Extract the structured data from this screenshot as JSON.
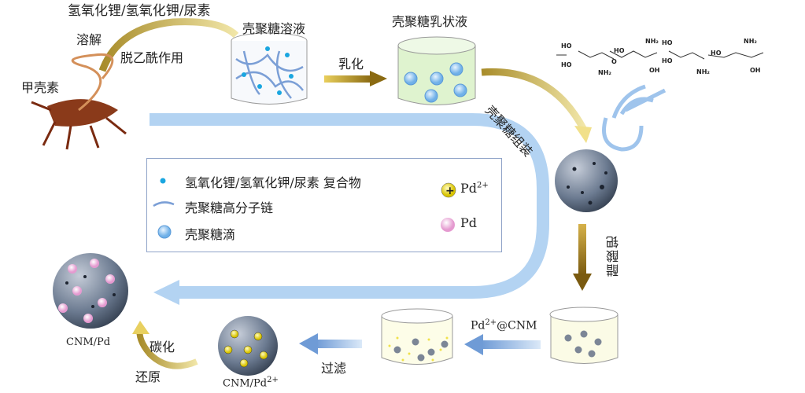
{
  "labels": {
    "reagents": "氢氧化锂/氢氧化钾/尿素",
    "dissolve": "溶解",
    "deacetylation": "脱乙酰作用",
    "chitin": "甲壳素",
    "chitosan_solution": "壳聚糖溶液",
    "emulsify": "乳化",
    "chitosan_emulsion": "壳聚糖乳状液",
    "assembly": "壳聚糖组装",
    "pd_acetate": "醋酸钯",
    "pd_cnm_base": "Pd",
    "pd_cnm_sup": "2+",
    "pd_cnm_tail": "@CNM",
    "filter": "过滤",
    "cnm_pd2_base": "CNM/Pd",
    "cnm_pd2_sup": "2+",
    "carbonize": "碳化",
    "reduce": "还原",
    "cnm_pd": "CNM/Pd"
  },
  "legend": {
    "items": [
      {
        "icon": "blue-dot",
        "label": "氢氧化锂/氢氧化钾/尿素 复合物"
      },
      {
        "icon": "blue-curve",
        "label": "壳聚糖高分子链"
      },
      {
        "icon": "blue-droplet",
        "label": "壳聚糖滴"
      }
    ],
    "pd2_base": "Pd",
    "pd2_sup": "2+",
    "pd_label": "Pd"
  },
  "chem": {
    "ho": "HO",
    "oh": "OH",
    "nh2": "NH₂",
    "o": "O"
  },
  "colors": {
    "gold_arrow": "#c9a227",
    "blue_arrow": "#a9ccef",
    "sphere": "#6b7a90",
    "pd_pink": "#f2b8de",
    "pd2_yellow": "#f3e12a"
  }
}
